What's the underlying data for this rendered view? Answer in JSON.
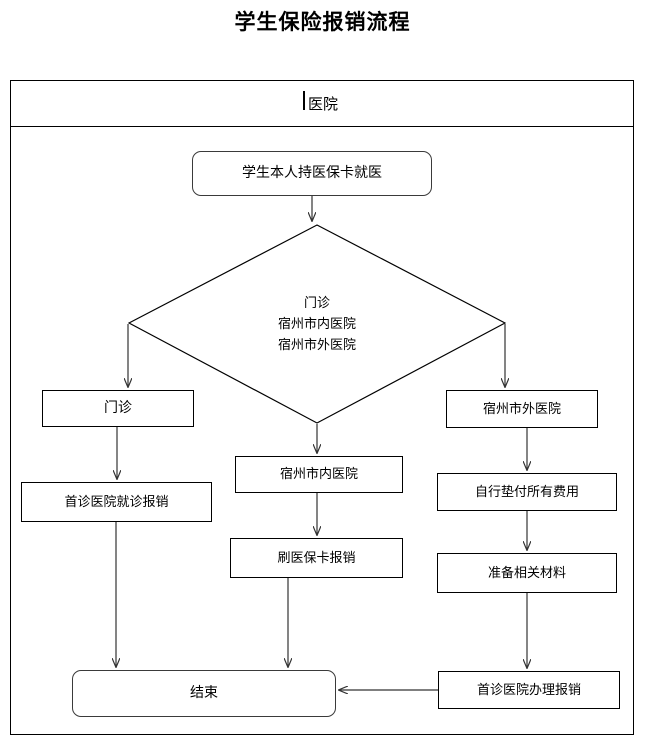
{
  "title": "学生保险报销流程",
  "lane": {
    "header_label": "医院",
    "caret_visible": true
  },
  "colors": {
    "stroke": "#000000",
    "rounded_stroke": "#3a3a3a",
    "text": "#000000",
    "background": "#ffffff"
  },
  "flow": {
    "type": "flowchart",
    "nodes": [
      {
        "id": "start",
        "shape": "rounded-rect",
        "label": "学生本人持医保卡就医"
      },
      {
        "id": "decision",
        "shape": "diamond",
        "label": "门诊\n宿州市内医院\n宿州市外医院"
      },
      {
        "id": "outpatient",
        "shape": "rect",
        "label": "门诊"
      },
      {
        "id": "first-hospital",
        "shape": "rect",
        "label": "首诊医院就诊报销"
      },
      {
        "id": "in-city",
        "shape": "rect",
        "label": "宿州市内医院"
      },
      {
        "id": "swipe-card",
        "shape": "rect",
        "label": "刷医保卡报销"
      },
      {
        "id": "out-city",
        "shape": "rect",
        "label": "宿州市外医院"
      },
      {
        "id": "self-pay",
        "shape": "rect",
        "label": "自行垫付所有费用"
      },
      {
        "id": "materials",
        "shape": "rect",
        "label": "准备相关材料"
      },
      {
        "id": "claim",
        "shape": "rect",
        "label": "首诊医院办理报销"
      },
      {
        "id": "end",
        "shape": "rounded-rect",
        "label": "结束"
      }
    ],
    "edges": [
      {
        "from": "start",
        "to": "decision",
        "label": ""
      },
      {
        "from": "decision",
        "to": "outpatient",
        "label": ""
      },
      {
        "from": "decision",
        "to": "in-city",
        "label": ""
      },
      {
        "from": "decision",
        "to": "out-city",
        "label": ""
      },
      {
        "from": "outpatient",
        "to": "first-hospital",
        "label": ""
      },
      {
        "from": "first-hospital",
        "to": "end",
        "label": ""
      },
      {
        "from": "in-city",
        "to": "swipe-card",
        "label": ""
      },
      {
        "from": "swipe-card",
        "to": "end",
        "label": ""
      },
      {
        "from": "out-city",
        "to": "self-pay",
        "label": ""
      },
      {
        "from": "self-pay",
        "to": "materials",
        "label": ""
      },
      {
        "from": "materials",
        "to": "claim",
        "label": ""
      },
      {
        "from": "claim",
        "to": "end",
        "label": ""
      }
    ]
  }
}
